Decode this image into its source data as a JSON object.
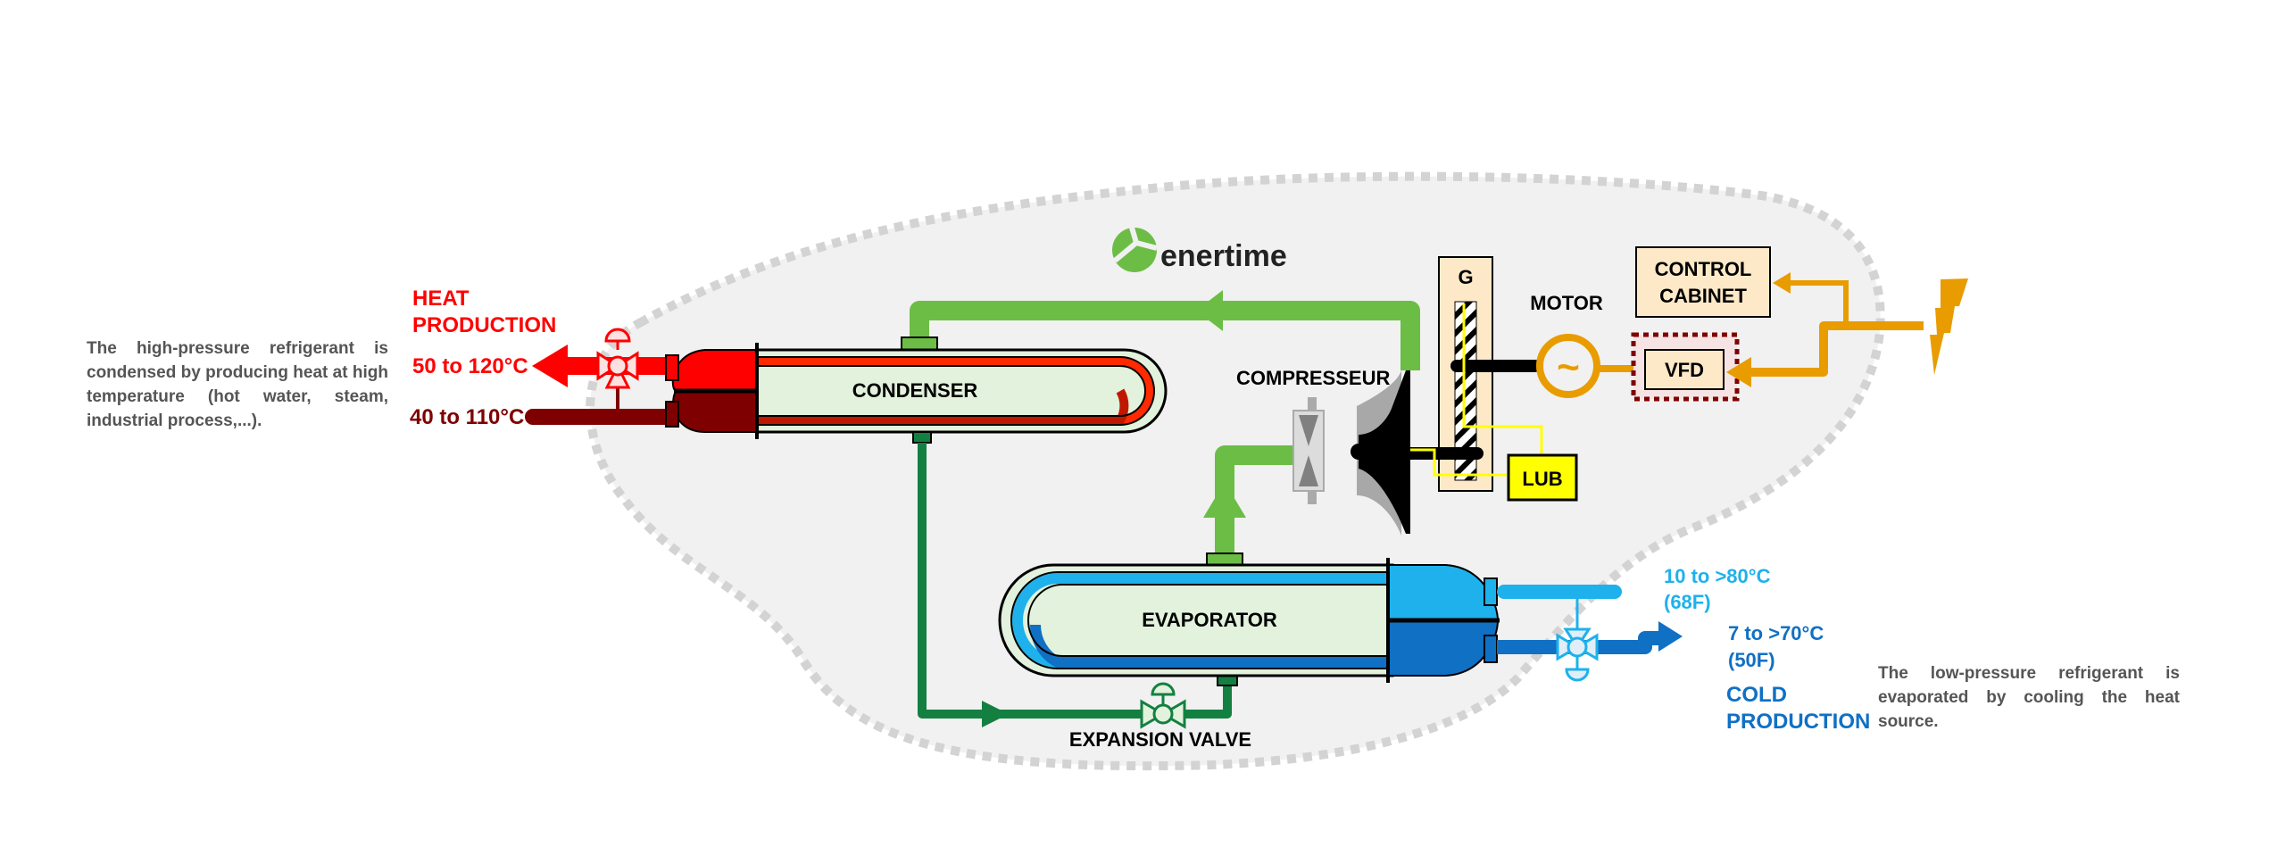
{
  "logo": {
    "text": "enertime",
    "color": "#6cbd45"
  },
  "descriptions": {
    "heat_side": "The high-pressure refrigerant is condensed by producing heat at high temperature (hot water, steam, industrial process,...).",
    "cold_side": "The low-pressure refrigerant is evaporated by cooling the heat source."
  },
  "heat": {
    "title_line1": "HEAT",
    "title_line2": "PRODUCTION",
    "outlet_temp": "50 to 120°C",
    "inlet_temp": "40 to 110°C"
  },
  "cold": {
    "inlet_temp": "10 to >80°C",
    "inlet_temp_f": "(68F)",
    "outlet_temp": "7 to >70°C",
    "outlet_temp_f": "(50F)",
    "title_line1": "COLD",
    "title_line2": "PRODUCTION"
  },
  "components": {
    "condenser": "CONDENSER",
    "evaporator": "EVAPORATOR",
    "compressor": "COMPRESSEUR",
    "gearbox": "G",
    "motor": "MOTOR",
    "motor_symbol": "~",
    "lubrication": "LUB",
    "control_cabinet_line1": "CONTROL",
    "control_cabinet_line2": "CABINET",
    "vfd": "VFD",
    "expansion_valve": "EXPANSION VALVE"
  },
  "colors": {
    "hot_supply": "#ff0000",
    "hot_return": "#7f0000",
    "cold_inlet": "#1eb1ec",
    "cold_outlet": "#1070c4",
    "vapor_line": "#6cbd45",
    "liquid_line": "#138041",
    "power_line": "#e89c00",
    "lub_line": "#ffff00",
    "equipment_fill": "#e2f2dc",
    "panel_fill": "#fde9c8",
    "boundary_fill": "#f1f1f1",
    "boundary_stroke": "#d3d3d3"
  }
}
